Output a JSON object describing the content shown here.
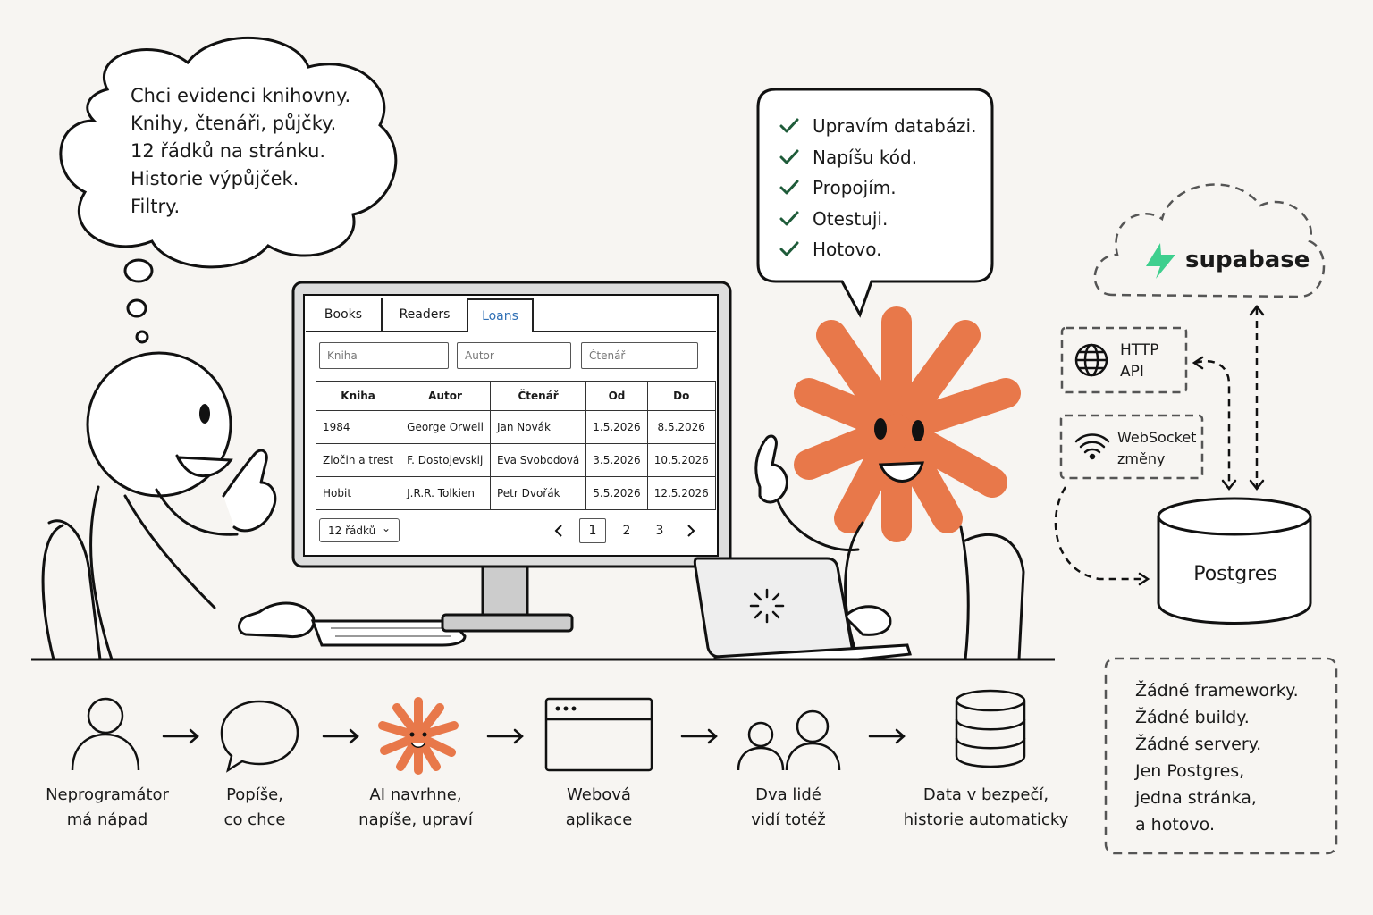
{
  "thought_bubble": {
    "lines": [
      "Chci evidenci knihovny.",
      "Knihy, čtenáři, půjčky.",
      "12 řádků na stránku.",
      "Historie výpůjček.",
      "Filtry."
    ]
  },
  "checklist": {
    "items": [
      "Upravím databázi.",
      "Napíšu kód.",
      "Propojím.",
      "Otestuji.",
      "Hotovo."
    ]
  },
  "app": {
    "tabs": [
      "Books",
      "Readers",
      "Loans"
    ],
    "active_tab": "Loans",
    "filters": {
      "book_placeholder": "Kniha",
      "author_placeholder": "Autor",
      "reader_placeholder": "Čtenář"
    },
    "columns": [
      "Kniha",
      "Autor",
      "Čtenář",
      "Od",
      "Do"
    ],
    "rows": [
      [
        "1984",
        "George Orwell",
        "Jan Novák",
        "1.5.2026",
        "8.5.2026"
      ],
      [
        "Zločin a trest",
        "F. Dostojevskij",
        "Eva Svobodová",
        "3.5.2026",
        "10.5.2026"
      ],
      [
        "Hobit",
        "J.R.R. Tolkien",
        "Petr Dvořák",
        "5.5.2026",
        "12.5.2026"
      ]
    ],
    "page_size": "12 řádků",
    "pages": [
      "1",
      "2",
      "3"
    ],
    "current_page": "1",
    "prev_icon": "chevron-left-icon",
    "next_icon": "chevron-right-icon"
  },
  "backend": {
    "supabase": "supabase",
    "http": [
      "HTTP",
      "API"
    ],
    "websocket": [
      "WebSocket",
      "změny"
    ],
    "db": "Postgres"
  },
  "note": {
    "lines": [
      "Žádné frameworky.",
      "Žádné buildy.",
      "Žádné servery.",
      "Jen Postgres,",
      "jedna stránka,",
      "a hotovo."
    ]
  },
  "flow": {
    "steps": [
      {
        "icon": "person-icon",
        "lines": [
          "Neprogramátor",
          "má nápad"
        ]
      },
      {
        "icon": "speech-bubble-icon",
        "lines": [
          "Popíše,",
          "co chce"
        ]
      },
      {
        "icon": "ai-star-icon",
        "lines": [
          "AI navrhne,",
          "napíše, upraví"
        ]
      },
      {
        "icon": "browser-window-icon",
        "lines": [
          "Webová",
          "aplikace"
        ]
      },
      {
        "icon": "two-people-icon",
        "lines": [
          "Dva lidé",
          "vidí totéž"
        ]
      },
      {
        "icon": "database-icon",
        "lines": [
          "Data v bezpečí,",
          "historie automaticky"
        ]
      }
    ]
  },
  "colors": {
    "accent_orange": "#e8784a",
    "supabase_green": "#3ecf8e",
    "check_green": "#1f5c3a",
    "link_blue": "#2f6fb5"
  }
}
